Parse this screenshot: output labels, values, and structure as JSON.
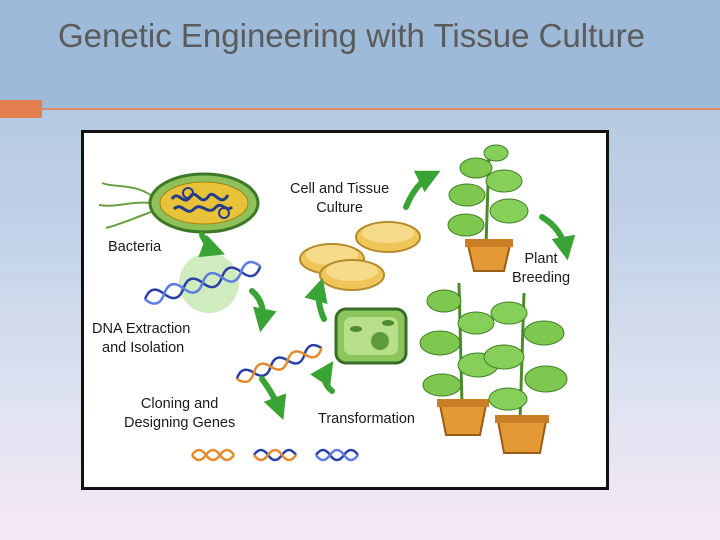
{
  "slide": {
    "title": "Genetic Engineering with Tissue Culture"
  },
  "diagram": {
    "labels": {
      "bacteria": "Bacteria",
      "dna_extraction_line1": "DNA Extraction",
      "dna_extraction_line2": "and Isolation",
      "cloning_line1": "Cloning and",
      "cloning_line2": "Designing Genes",
      "cell_culture_line1": "Cell and Tissue",
      "cell_culture_line2": "Culture",
      "transformation": "Transformation",
      "plant_breeding_line1": "Plant",
      "plant_breeding_line2": "Breeding"
    },
    "colors": {
      "arrow_green": "#3aa335",
      "dna_blue": "#2b3fa8",
      "dna_orange": "#e58a2c",
      "leaf_green": "#7ec850",
      "pot_orange": "#e39a35",
      "accent": "#e37f4e"
    }
  }
}
